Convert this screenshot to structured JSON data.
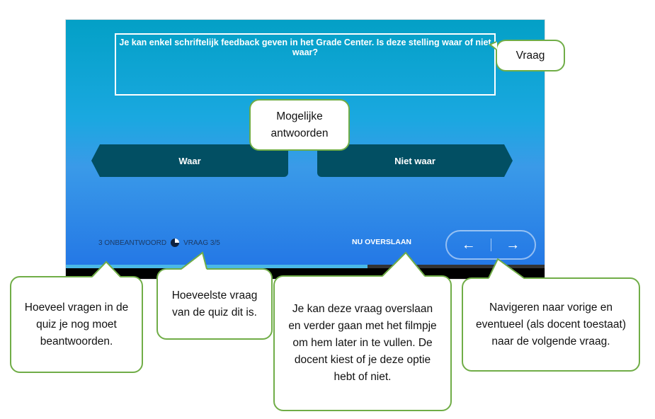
{
  "quiz": {
    "question": "Je kan enkel schriftelijk feedback geven in het Grade Center. Is deze stelling waar of niet waar?",
    "answers": [
      "Waar",
      "Niet waar"
    ],
    "unanswered": "3 ONBEANTWOORD",
    "question_counter": "VRAAG 3/5",
    "skip_label": "NU OVERSLAAN",
    "prev_icon": "arrow-left-icon",
    "next_icon": "arrow-right-icon",
    "video_progress_percent": 63
  },
  "callouts": {
    "vraag": "Vraag",
    "antwoorden": "Mogelijke antwoorden",
    "onbeantwoord": "Hoeveel vragen in de quiz je nog moet beantwoorden.",
    "vraagnummer": "Hoeveelste vraag van de quiz dit is.",
    "overslaan": "Je kan deze vraag overslaan en verder gaan met het filmpje om hem later in te vullen. De docent kiest of je deze optie hebt of niet.",
    "navigeren": "Navigeren naar vorige en eventueel (als docent toestaat) naar de volgende vraag."
  },
  "colors": {
    "callout_border": "#70ad47",
    "answer_bg": "#024f63"
  }
}
